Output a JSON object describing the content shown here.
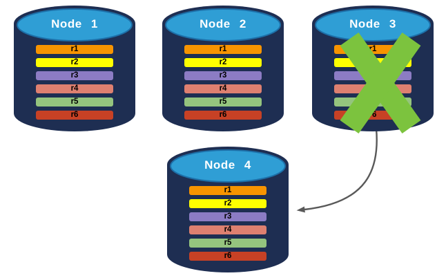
{
  "nodes": [
    {
      "label": "Node 1",
      "failed": false
    },
    {
      "label": "Node 2",
      "failed": false
    },
    {
      "label": "Node 3",
      "failed": true
    },
    {
      "label": "Node 4",
      "failed": false
    }
  ],
  "replicas": [
    {
      "label": "r1",
      "color": "#F79400"
    },
    {
      "label": "r2",
      "color": "#FFFF00"
    },
    {
      "label": "r3",
      "color": "#8C7CC4"
    },
    {
      "label": "r4",
      "color": "#DE8070"
    },
    {
      "label": "r5",
      "color": "#95C47E"
    },
    {
      "label": "r6",
      "color": "#C74125"
    }
  ],
  "colors": {
    "cylinder_body": "#1E2E52",
    "cylinder_top": "#2F9ED5",
    "cylinder_top_outline": "#1D6FA8",
    "node_label_text": "#FFFFFF",
    "replica_label_text": "#000000",
    "arrow": "#595959",
    "failure_x": "#7CC33E",
    "background": "#FFFFFF"
  }
}
